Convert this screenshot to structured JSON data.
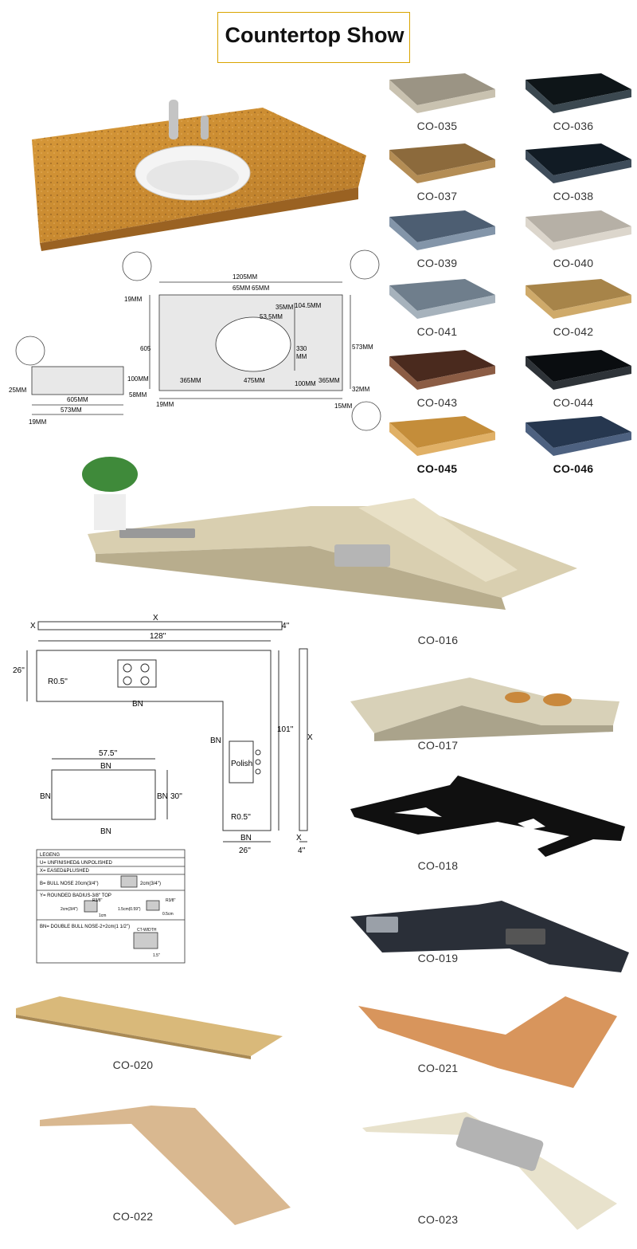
{
  "page": {
    "title": "Countertop Show"
  },
  "swatches": [
    {
      "code": "CO-035",
      "color": "#9b9484",
      "edge": "#c9c2b0",
      "bold": false
    },
    {
      "code": "CO-036",
      "color": "#0e1518",
      "edge": "#3b4850",
      "bold": false
    },
    {
      "code": "CO-037",
      "color": "#8c6a3c",
      "edge": "#b48d55",
      "bold": false
    },
    {
      "code": "CO-038",
      "color": "#111b24",
      "edge": "#3e4c5a",
      "bold": false
    },
    {
      "code": "CO-039",
      "color": "#4d5e72",
      "edge": "#8395a9",
      "bold": false
    },
    {
      "code": "CO-040",
      "color": "#b6b0a6",
      "edge": "#dcd6cc",
      "bold": false
    },
    {
      "code": "CO-041",
      "color": "#6f7e8c",
      "edge": "#a6b2bc",
      "bold": false
    },
    {
      "code": "CO-042",
      "color": "#a78449",
      "edge": "#cfaa6a",
      "bold": false
    },
    {
      "code": "CO-043",
      "color": "#4a2a1e",
      "edge": "#8b5c44",
      "bold": false
    },
    {
      "code": "CO-044",
      "color": "#0a0d10",
      "edge": "#2e3338",
      "bold": false
    },
    {
      "code": "CO-045",
      "color": "#c48d3a",
      "edge": "#e0b066",
      "bold": true
    },
    {
      "code": "CO-046",
      "color": "#26374f",
      "edge": "#4d6180",
      "bold": true
    }
  ],
  "vanity_drawing": {
    "dims": {
      "width": "1205MM",
      "h1": "65MM",
      "h2": "65MM",
      "d1": "35MM",
      "d2": "104.5MM",
      "d3": "53.5MM",
      "bowl": "330",
      "bowl_unit": "MM",
      "left_h": "605",
      "right_h": "573MM",
      "left_gap": "19MM",
      "b1": "365MM",
      "b2": "475MM",
      "b3": "365MM",
      "b4": "100MM",
      "b5": "32MM",
      "bl": "19MM",
      "br": "15MM"
    },
    "side": {
      "edge_h": "25MM",
      "height": "100MM",
      "bottom_h": "58MM",
      "w1": "605MM",
      "w2": "573MM",
      "w3": "19MM"
    }
  },
  "lshape_drawing": {
    "top_x": "X",
    "top_left_x": "X",
    "top_4": "4''",
    "top_128": "128''",
    "left_26": "26''",
    "r05a": "R0.5''",
    "bn1": "BN",
    "bn2": "BN",
    "polish": "Polish",
    "r05b": "R0.5''",
    "bn3": "BN",
    "w26": "26''",
    "h101": "101''",
    "side_x": "X",
    "side_x2": "X",
    "side_4": "4''",
    "rect_w": "57.5''",
    "rect_bn_top": "BN",
    "rect_bn_left": "BN",
    "rect_bn_right": "BN",
    "rect_h": "30''",
    "rect_bn_bottom": "BN"
  },
  "legend": {
    "title": "LEGENG",
    "u": "U= UNFINISHED& UNPOLISHED",
    "x": "X= EASED&PLUSHED",
    "b": "B= BULL NOSE 20cm(3/4'')",
    "b_size": "2cm(3/4'')",
    "y": "Y= ROUNDED BADIUS-3/8'' TOP",
    "y_r1": "R3/8''",
    "y_2cm": "2cm(3/4'')",
    "y_1cm": "1cm",
    "y_15cm": "1.5cm(0.59'')",
    "y_r2": "R3/8''",
    "y_05": "0.5cm",
    "bn": "BN= DOUBLE BULL NOSE-2+2cm(1 1/2'')",
    "ct": "CT-WIDTH",
    "ct_15": "1.5''"
  },
  "products": [
    {
      "code": "CO-016"
    },
    {
      "code": "CO-017"
    },
    {
      "code": "CO-018"
    },
    {
      "code": "CO-019"
    },
    {
      "code": "CO-020"
    },
    {
      "code": "CO-021"
    },
    {
      "code": "CO-022"
    },
    {
      "code": "CO-023"
    }
  ]
}
